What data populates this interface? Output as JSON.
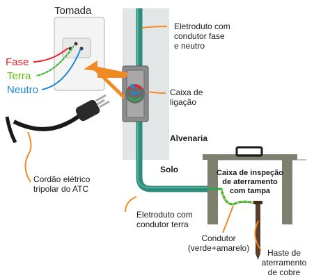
{
  "labels": {
    "tomada": "Tomada",
    "fase": "Fase",
    "terra": "Terra",
    "neutro": "Neutro",
    "eletroduto_top_1": "Eletroduto com",
    "eletroduto_top_2": "condutor fase",
    "eletroduto_top_3": "e neutro",
    "caixa_ligacao_1": "Caixa de",
    "caixa_ligacao_2": "ligação",
    "alvenaria": "Alvenaria",
    "solo": "Solo",
    "inspecao_1": "Caixa de inspeção",
    "inspecao_2": "de aterramento",
    "inspecao_3": "com tampa",
    "cordao_1": "Cordão elétrico",
    "cordao_2": "tripolar do ATC",
    "eletroduto_bottom_1": "Eletroduto com",
    "eletroduto_bottom_2": "condutor terra",
    "condutor_1": "Condutor",
    "condutor_2": "(verde+amarelo)",
    "haste_1": "Haste de",
    "haste_2": "aterramento",
    "haste_3": "de cobre"
  },
  "colors": {
    "fase": "#e8202a",
    "terra": "#2aa84a",
    "neutro": "#1e88d8",
    "pointer": "#f08a24",
    "conduit": "#2e8b7a",
    "wall": "#e2e6e6",
    "box_frame": "#7f7f6f"
  }
}
